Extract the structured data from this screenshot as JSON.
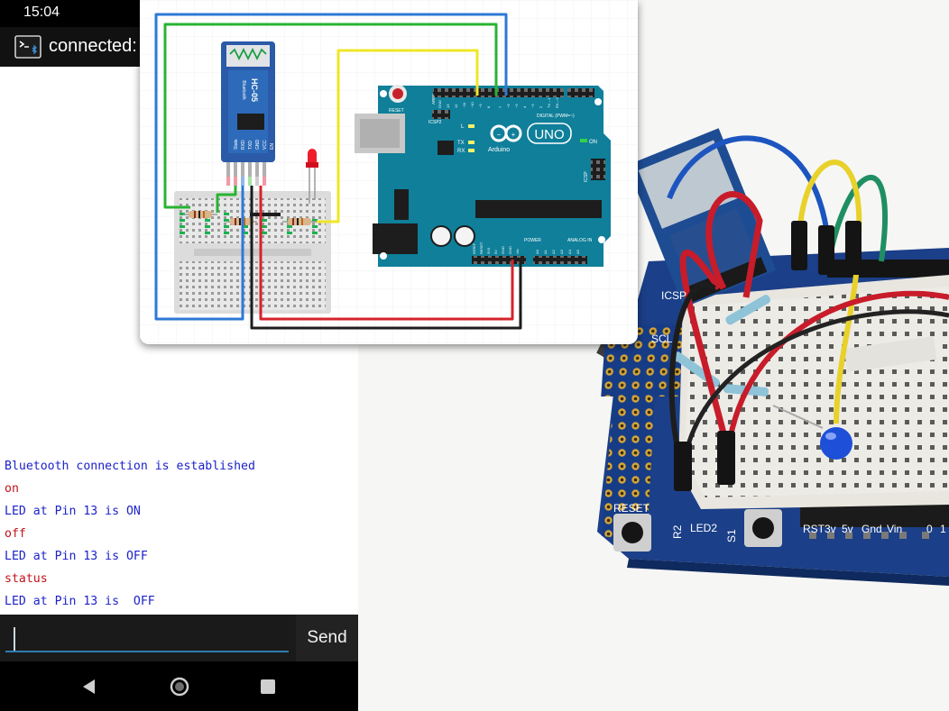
{
  "status_bar": {
    "time": "15:04"
  },
  "app_bar": {
    "title": "connected:",
    "icon": "terminal-bluetooth-icon"
  },
  "console": {
    "lines": [
      {
        "text": "Bluetooth connection is established",
        "color": "#1d22c8"
      },
      {
        "text": "on",
        "color": "#c3121c"
      },
      {
        "text": "LED at Pin 13 is ON",
        "color": "#1d22c8"
      },
      {
        "text": "off",
        "color": "#c3121c"
      },
      {
        "text": "LED at Pin 13 is OFF",
        "color": "#1d22c8"
      },
      {
        "text": "status",
        "color": "#c3121c"
      },
      {
        "text": "LED at Pin 13 is  OFF",
        "color": "#1d22c8"
      }
    ]
  },
  "input": {
    "value": "",
    "placeholder": ""
  },
  "send_button": {
    "label": "Send"
  },
  "nav": {
    "back": "back-icon",
    "home": "home-icon",
    "recents": "recents-icon"
  },
  "schematic": {
    "module_label": "HC-05",
    "module_sub": "Bluetooth",
    "module_pins": [
      "State",
      "RXD",
      "TXD",
      "GND",
      "VCC",
      "EN"
    ],
    "board_name": "UNO",
    "board_brand": "Arduino",
    "reset_label": "RESET",
    "icsp2_label": "ICSP2",
    "icsp_label": "ICSP",
    "digital_label": "DIGITAL (PWM=~)",
    "power_label": "POWER",
    "analog_label": "ANALOG IN",
    "on_label": "ON",
    "led_labels": [
      "L",
      "TX",
      "RX"
    ],
    "aref_label": "AREF",
    "top_pin_labels": [
      "GND",
      "13",
      "12",
      "~11",
      "~10",
      "~9",
      "8",
      "7",
      "~6",
      "~5",
      "4",
      "~3",
      "2",
      "TX→1",
      "RX←0"
    ],
    "power_pin_labels": [
      "IOREF",
      "RESET",
      "3V3",
      "5V",
      "GND",
      "GND",
      "Vin"
    ],
    "analog_pin_labels": [
      "A0",
      "A1",
      "A2",
      "A3",
      "A4",
      "A5"
    ]
  },
  "photo": {
    "board_labels": [
      "RESET",
      "LED2",
      "R2",
      "S1",
      "RST",
      "3v",
      "5v",
      "Gnd",
      "Vin",
      "0",
      "1",
      "ICSP",
      "SCL"
    ]
  }
}
